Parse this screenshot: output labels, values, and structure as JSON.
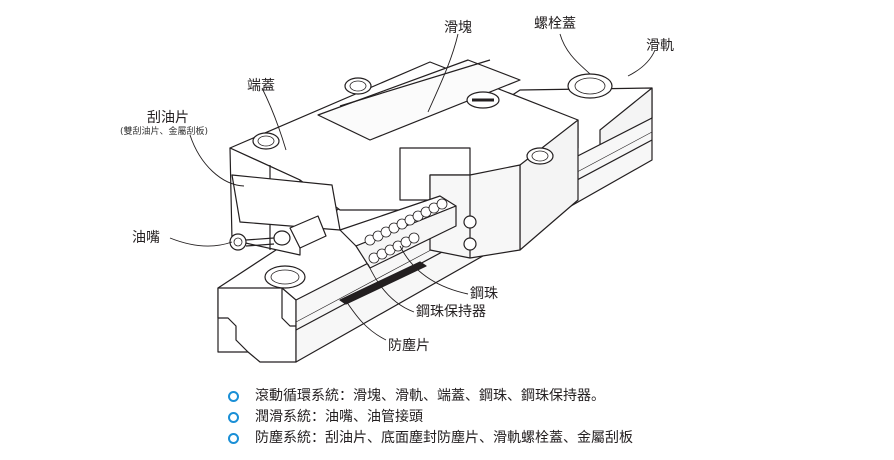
{
  "labels": {
    "slider": "滑塊",
    "bolt_cap": "螺栓蓋",
    "rail": "滑軌",
    "end_cap": "端蓋",
    "scraper": "刮油片",
    "scraper_note": "(雙刮油片、金屬刮板)",
    "grease_nipple": "油嘴",
    "steel_ball": "鋼珠",
    "ball_retainer": "鋼珠保持器",
    "dust_seal": "防塵片"
  },
  "legend": [
    "滾動循環系統：滑塊、滑軌、端蓋、鋼珠、鋼珠保持器。",
    "潤滑系統：油嘴、油管接頭",
    "防塵系統：刮油片、底面塵封防塵片、滑軌螺栓蓋、金屬刮板"
  ],
  "colors": {
    "bullet": "#1a8fd6",
    "line": "#231f20"
  }
}
